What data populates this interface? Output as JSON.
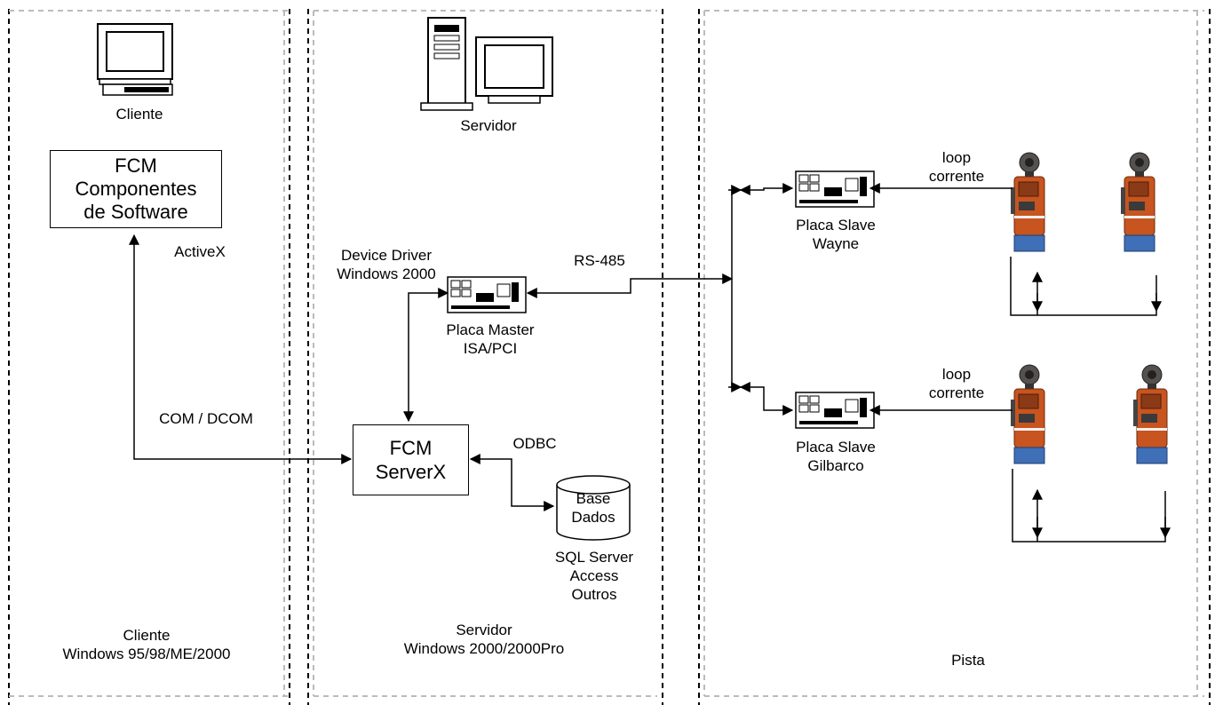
{
  "zones": {
    "cliente": "Cliente\nWindows 95/98/ME/2000",
    "servidor": "Servidor\nWindows 2000/2000Pro",
    "pista": "Pista"
  },
  "icons": {
    "client_pc": "desktop-computer-icon",
    "server_pc": "server-tower-computer-icon",
    "card": "expansion-card-icon",
    "pump": "fuel-pump-icon",
    "database": "database-cylinder-icon"
  },
  "labels": {
    "cliente": "Cliente",
    "servidor": "Servidor",
    "activex": "ActiveX",
    "com_dcom": "COM / DCOM",
    "device_driver": "Device Driver\nWindows 2000",
    "placa_master": "Placa Master\nISA/PCI",
    "rs485": "RS-485",
    "odbc": "ODBC",
    "db_types": "SQL Server\nAccess\nOutros",
    "slave_wayne": "Placa Slave\nWayne",
    "slave_gilbarco": "Placa Slave\nGilbarco",
    "loop_top": "loop\ncorrente",
    "loop_bottom": "loop\ncorrente"
  },
  "boxes": {
    "fcm_components": "FCM\nComponentes\nde Software",
    "fcm_serverx": "FCM\nServerX",
    "database": "Base\nDados"
  },
  "colors": {
    "pump_body": "#c8541f",
    "pump_base": "#3f6fb6",
    "zone_border": "#000000"
  }
}
